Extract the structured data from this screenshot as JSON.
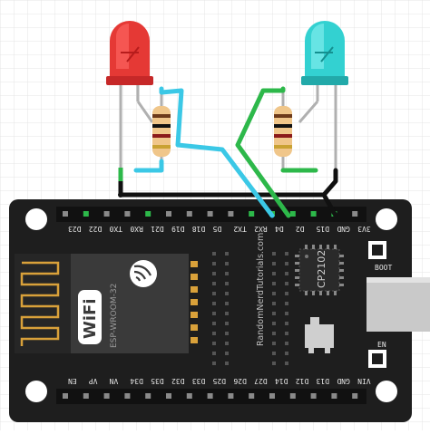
{
  "colors": {
    "grid": "#e4e4e4",
    "board": "#1e1e1e",
    "board_edge": "#2a2a2a",
    "module": "#3a3a3a",
    "pin_gold": "#d9a13a",
    "led_red": "#e53935",
    "led_cyan": "#33d1d1",
    "wire_green": "#2db84a",
    "wire_cyan": "#3bc8e6",
    "wire_black": "#111111",
    "resistor_body": "#f0c68a",
    "usb_metal": "#c9c9c9"
  },
  "top_pins": [
    "D23",
    "D22",
    "TX0",
    "RX0",
    "D21",
    "D19",
    "D18",
    "D5",
    "TX2",
    "RX2",
    "D4",
    "D2",
    "D15",
    "GND",
    "3V3"
  ],
  "bottom_pins": [
    "EN",
    "VP",
    "VN",
    "D34",
    "D35",
    "D32",
    "D33",
    "D25",
    "D26",
    "D27",
    "D14",
    "D12",
    "D13",
    "GND",
    "VIN"
  ],
  "module": {
    "brand": "ESP-WROOM-32",
    "wifi": "Wi",
    "wifi_suffix": "Fi"
  },
  "chip_label": "CP2102",
  "watermark": "RandomNerdTutorials.com",
  "buttons": {
    "boot": "BOOT",
    "en": "EN"
  }
}
